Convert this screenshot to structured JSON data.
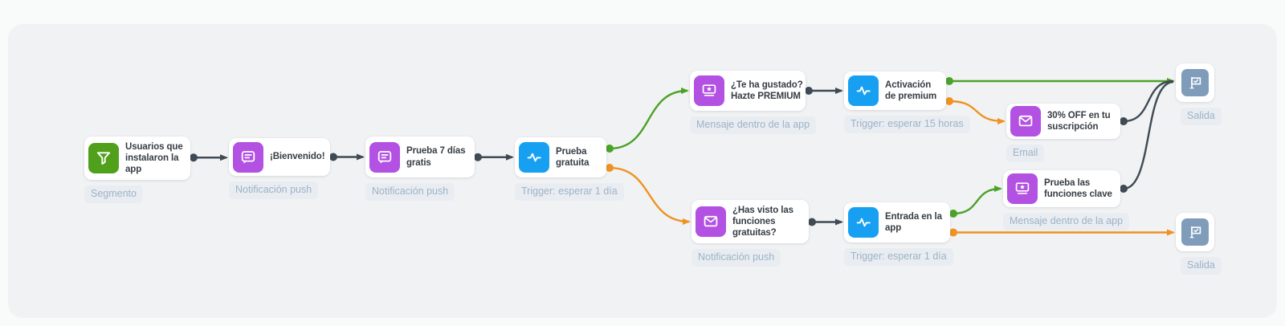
{
  "colors": {
    "page_bg": "#f9fafa",
    "canvas_bg": "#f1f2f4",
    "card_bg": "#ffffff",
    "title_text": "#363d44",
    "badge_bg": "#e9edf1",
    "badge_text": "#9cb2c8",
    "node_green": "#50a01c",
    "node_purple": "#b251e2",
    "node_blue": "#17a0f2",
    "node_slate": "#7f9cbb",
    "edge_dark": "#3f4a54",
    "edge_green": "#4ba228",
    "edge_orange": "#ef9220"
  },
  "flow": {
    "nodes": [
      {
        "id": "segment",
        "title": "Usuarios que\ninstalaron la\napp",
        "badge": "Segmento",
        "icon": "filter",
        "color": "green"
      },
      {
        "id": "welcome",
        "title": "¡Bienvenido!",
        "badge": "Notificación push",
        "icon": "chat",
        "color": "purple"
      },
      {
        "id": "trial7",
        "title": "Prueba 7 días\ngratis",
        "badge": "Notificación push",
        "icon": "chat",
        "color": "purple"
      },
      {
        "id": "free-trial",
        "title": "Prueba\ngratuita",
        "badge": "Trigger: esperar 1 día",
        "icon": "pulse",
        "color": "blue"
      },
      {
        "id": "liked",
        "title": "¿Te ha gustado?\nHazte PREMIUM",
        "badge": "Mensaje dentro de la app",
        "icon": "ticket",
        "color": "purple"
      },
      {
        "id": "premium-activation",
        "title": "Activación\nde premium",
        "badge": "Trigger: esperar 15 horas",
        "icon": "pulse",
        "color": "blue"
      },
      {
        "id": "discount",
        "title": "30% OFF en tu\nsuscripción",
        "badge": "Email",
        "icon": "mail",
        "color": "purple"
      },
      {
        "id": "exit-top",
        "title": "",
        "badge": "Salida",
        "icon": "flag",
        "color": "slate",
        "type": "exit"
      },
      {
        "id": "seen-free",
        "title": "¿Has visto las\nfunciones\ngratuitas?",
        "badge": "Notificación push",
        "icon": "mail",
        "color": "purple"
      },
      {
        "id": "app-entry",
        "title": "Entrada en la\napp",
        "badge": "Trigger: esperar 1 día",
        "icon": "pulse",
        "color": "blue"
      },
      {
        "id": "key-features",
        "title": "Prueba las\nfunciones clave",
        "badge": "Mensaje dentro de la app",
        "icon": "ticket",
        "color": "purple"
      },
      {
        "id": "exit-bottom",
        "title": "",
        "badge": "Salida",
        "icon": "flag",
        "color": "slate",
        "type": "exit"
      }
    ],
    "edges": [
      {
        "from": "segment",
        "to": "welcome",
        "color": "dark",
        "arrow": true
      },
      {
        "from": "welcome",
        "to": "trial7",
        "color": "dark",
        "arrow": true
      },
      {
        "from": "trial7",
        "to": "free-trial",
        "color": "dark",
        "arrow": true
      },
      {
        "from": "free-trial",
        "to": "liked",
        "color": "green",
        "fromPort": "top",
        "arrow": true
      },
      {
        "from": "free-trial",
        "to": "seen-free",
        "color": "orange",
        "fromPort": "bottom",
        "arrow": true
      },
      {
        "from": "liked",
        "to": "premium-activation",
        "color": "dark",
        "arrow": true
      },
      {
        "from": "premium-activation",
        "to": "exit-top",
        "color": "green",
        "fromPort": "top",
        "arrow": true
      },
      {
        "from": "premium-activation",
        "to": "discount",
        "color": "orange",
        "fromPort": "bottom",
        "arrow": true
      },
      {
        "from": "discount",
        "to": "exit-top",
        "color": "dark",
        "arrow": false
      },
      {
        "from": "seen-free",
        "to": "app-entry",
        "color": "dark",
        "arrow": true
      },
      {
        "from": "app-entry",
        "to": "key-features",
        "color": "green",
        "fromPort": "top",
        "arrow": true
      },
      {
        "from": "app-entry",
        "to": "exit-bottom",
        "color": "orange",
        "fromPort": "bottom",
        "arrow": true
      },
      {
        "from": "key-features",
        "to": "exit-top",
        "color": "dark",
        "arrow": false
      }
    ]
  }
}
